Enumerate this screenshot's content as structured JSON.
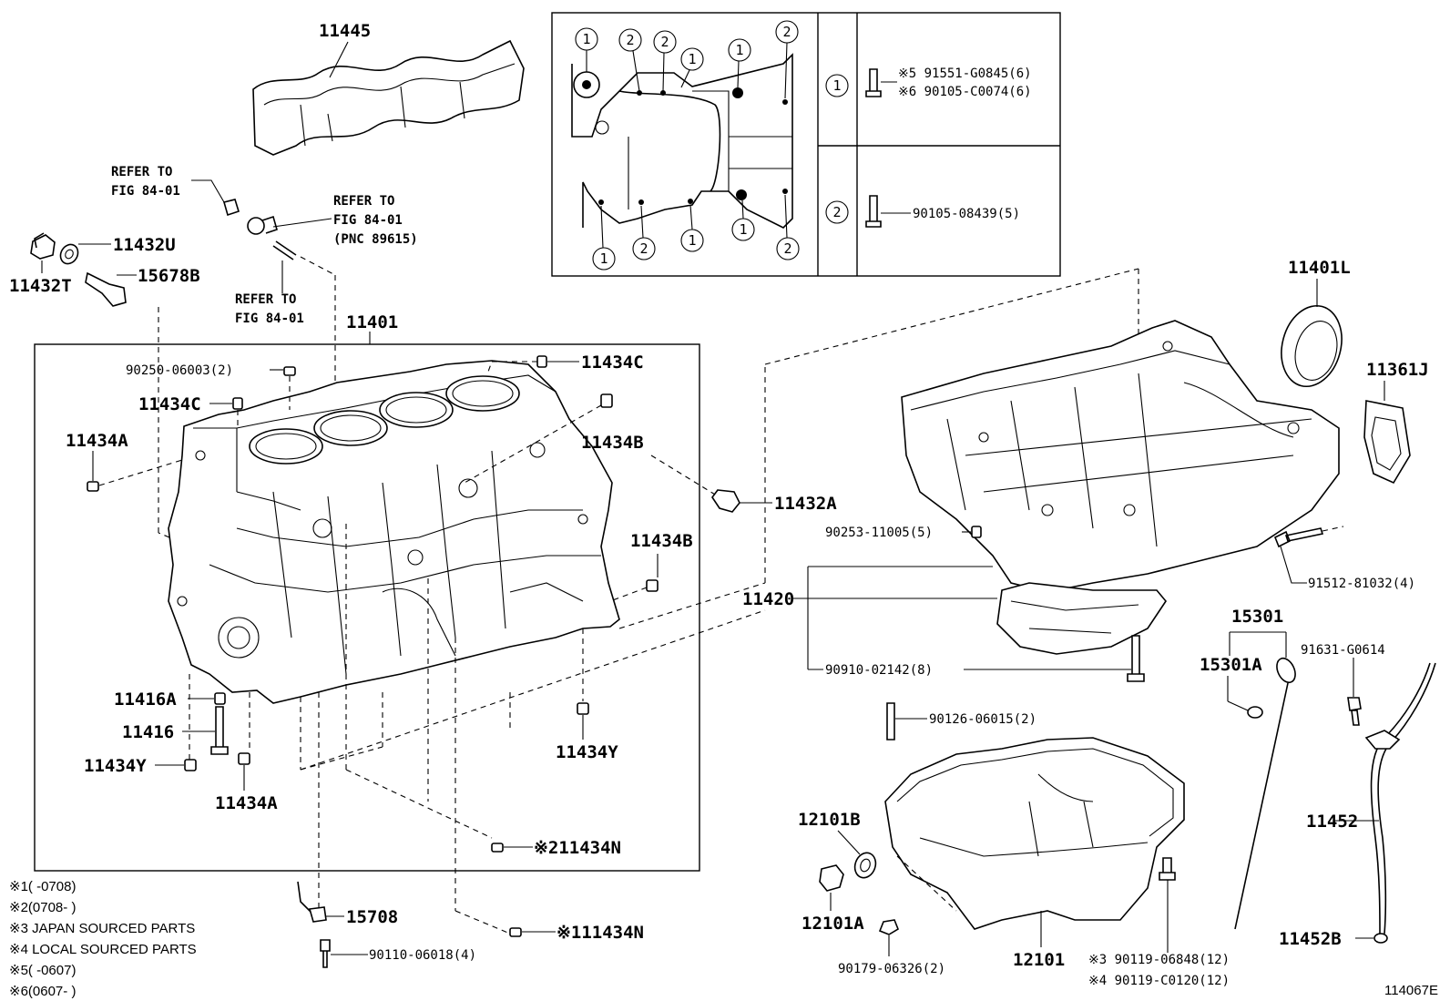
{
  "diagram": {
    "ref_code": "114067E",
    "labels": {
      "p11445": "11445",
      "p11432U": "11432U",
      "p11432T": "11432T",
      "p15678B": "15678B",
      "p11401": "11401",
      "p90250": "90250-06003(2)",
      "p11434C_a": "11434C",
      "p11434C_b": "11434C",
      "p11434A_a": "11434A",
      "p11434B_a": "11434B",
      "p11434B_b": "11434B",
      "p11432A": "11432A",
      "p11416A": "11416A",
      "p11416": "11416",
      "p11434Y_a": "11434Y",
      "p11434Y_b": "11434Y",
      "p11434A_b": "11434A",
      "p11434N_a": "※211434N",
      "p11434N_b": "※111434N",
      "p15708": "15708",
      "p90110": "90110-06018(4)",
      "p11401L": "11401L",
      "p11361J": "11361J",
      "p90253": "90253-11005(5)",
      "p11420": "11420",
      "p91512": "91512-81032(4)",
      "p90910": "90910-02142(8)",
      "p15301": "15301",
      "p15301A": "15301A",
      "p91631": "91631-G0614",
      "p90126": "90126-06015(2)",
      "p12101B": "12101B",
      "p12101A": "12101A",
      "p11452": "11452",
      "p11452B": "11452B",
      "p90179": "90179-06326(2)",
      "p12101": "12101",
      "p90119a": "※3 90119-06848(12)",
      "p90119b": "※4 90119-C0120(12)"
    },
    "refer_notes": {
      "r1_line1": "REFER TO",
      "r1_line2": "FIG 84-01",
      "r2_line1": "REFER TO",
      "r2_line2": "FIG 84-01",
      "r2_line3": "(PNC 89615)",
      "r3_line1": "REFER TO",
      "r3_line2": "FIG 84-01"
    },
    "inset_table": {
      "row1_key": "1",
      "row1_line1": "※5 91551-G0845(6)",
      "row1_line2": "※6 90105-C0074(6)",
      "row2_key": "2",
      "row2_line1": "90105-08439(5)"
    },
    "inset_callouts": [
      "1",
      "2",
      "2",
      "1",
      "1",
      "2",
      "1",
      "2",
      "1",
      "1",
      "2"
    ],
    "footnotes": {
      "n1": "※1(    -0708)",
      "n2": "※2(0708-    )",
      "n3": "※3 JAPAN SOURCED PARTS",
      "n4": "※4 LOCAL SOURCED PARTS",
      "n5": "※5(    -0607)",
      "n6": "※6(0607-    )"
    }
  }
}
